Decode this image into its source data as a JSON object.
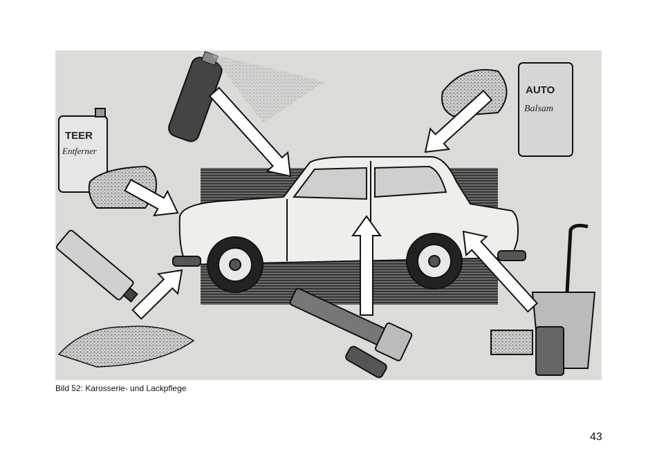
{
  "figure": {
    "caption": "Bild 52: Karosserie- und Lackpflege",
    "product_labels": {
      "tar_can_top": "TEER",
      "tar_can_bottom": "Entferner",
      "balsam_top": "AUTO",
      "balsam_bottom": "Balsam"
    }
  },
  "page_number": "43"
}
